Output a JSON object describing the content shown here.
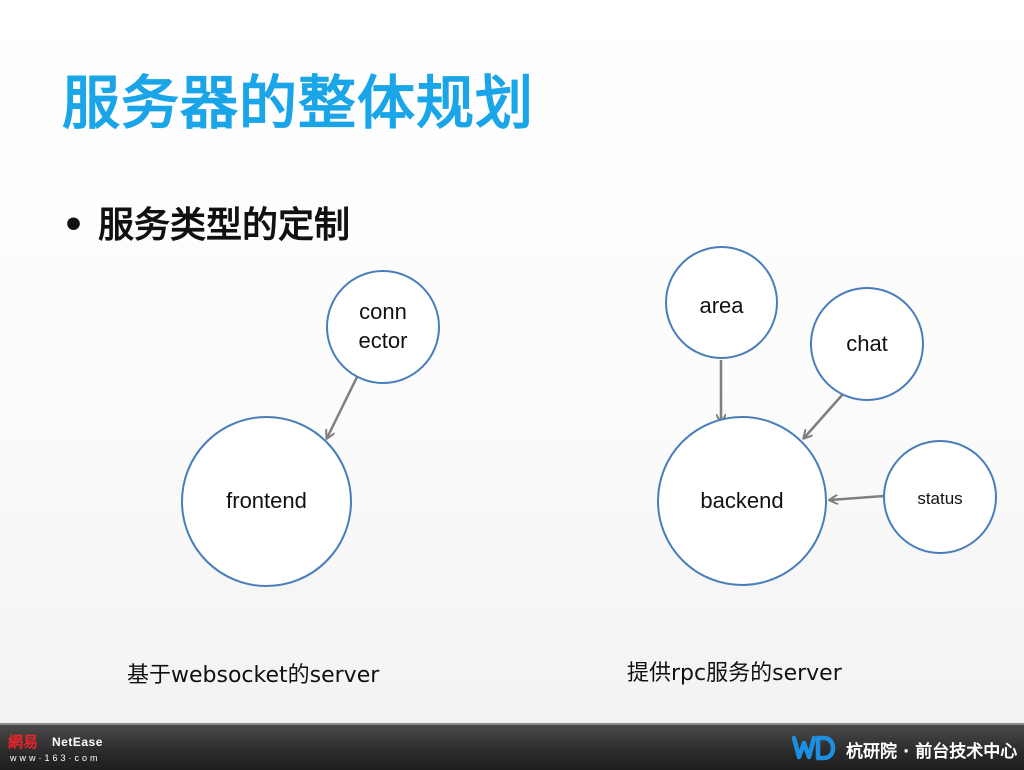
{
  "title": "服务器的整体规划",
  "bullet": {
    "marker": "•",
    "text": "服务类型的定制"
  },
  "nodes": {
    "connector": "conn\nector",
    "frontend": "frontend",
    "area": "area",
    "chat": "chat",
    "backend": "backend",
    "status": "status"
  },
  "captions": {
    "left": "基于websocket的server",
    "right": "提供rpc服务的server"
  },
  "footer": {
    "logo_mark": "網易",
    "logo_name": "NetEase",
    "logo_domain": "www·163·com",
    "org_name": "杭研院 · 前台技术中心"
  },
  "colors": {
    "title": "#1aa5e8",
    "node_border": "#4a7ebb",
    "arrow": "#7f7f7f",
    "footer_bg": "#2b2b2b",
    "logo_red": "#e8242b",
    "wd_blue": "#1e8fe0"
  }
}
